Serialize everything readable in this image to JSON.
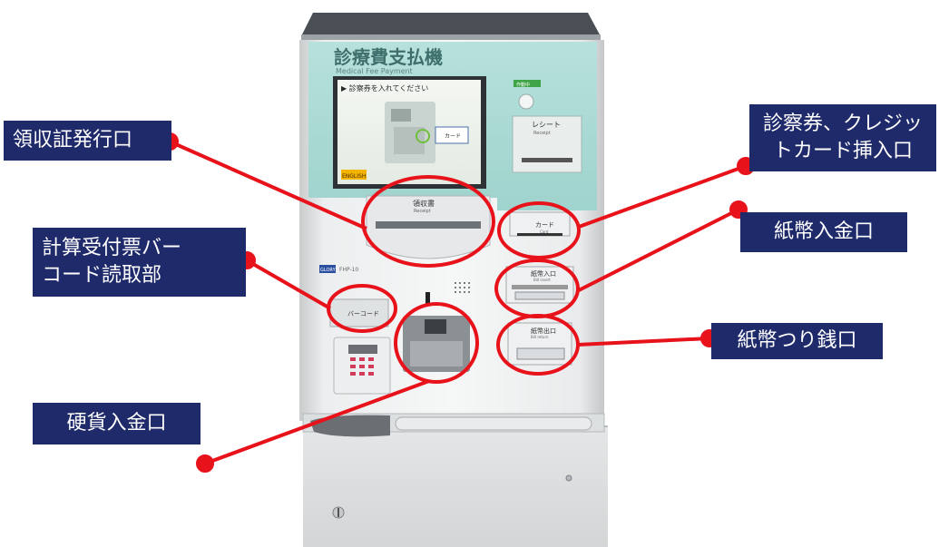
{
  "kiosk": {
    "title": "診療費支払機",
    "subtitle": "Medical Fee Payment",
    "screen_prompt": "▶ 診察券を入れてください",
    "screen_card_label": "カード",
    "screen_button": "ENGLISH",
    "receipt_label": "レシート",
    "receipt_sub": "Receipt",
    "main_receipt_label": "領収書",
    "main_receipt_sub": "Receipt",
    "card_label": "カード",
    "card_sub": "Card",
    "bill_in_label": "紙幣入口",
    "bill_in_sub": "Bill insert",
    "bill_out_label": "紙幣出口",
    "bill_out_sub": "Bill return",
    "barcode_label": "バーコード",
    "brand": "GLORY",
    "model": "FHP-10",
    "indicator_label": "作動中"
  },
  "labels": {
    "receipt_slot": "領収証発行口",
    "barcode_reader": "計算受付票バー\nコード読取部",
    "coin_slot": "硬貨入金口",
    "card_slot": "診察券、クレジッ\nトカード挿入口",
    "bill_insert": "紙幣入金口",
    "bill_change": "紙幣つり銭口"
  },
  "colors": {
    "label_bg": "#1f2a6b",
    "callout_red": "#e8121b",
    "panel_mint": "#a9d9d4"
  }
}
